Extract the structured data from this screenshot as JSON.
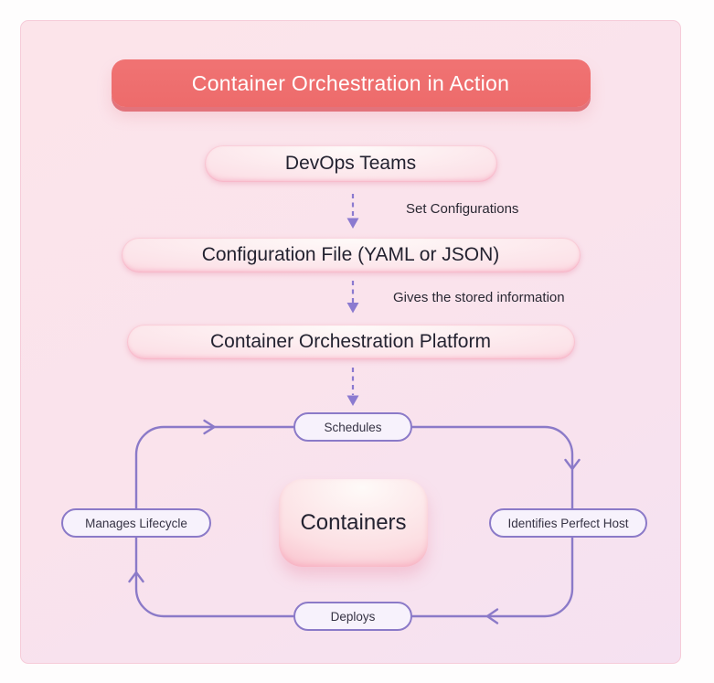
{
  "title": "Container Orchestration in Action",
  "flow": {
    "nodes": [
      {
        "label": "DevOps Teams"
      },
      {
        "label": "Configuration File (YAML or JSON)"
      },
      {
        "label": "Container Orchestration Platform"
      }
    ],
    "edges": [
      {
        "label": "Set Configurations"
      },
      {
        "label": "Gives the stored information"
      }
    ]
  },
  "cycle": {
    "center": {
      "label": "Containers"
    },
    "steps": [
      {
        "label": "Schedules"
      },
      {
        "label": "Identifies Perfect Host"
      },
      {
        "label": "Deploys"
      },
      {
        "label": "Manages Lifecycle"
      }
    ]
  },
  "colors": {
    "banner_red": "#ee6e6e",
    "banner_lip": "#e2737b",
    "pink_pill_light": "#fefaf9",
    "pink_pill_edge": "#f6abbf",
    "purple_stroke": "#8b7ac8",
    "purple_pill_fill": "#f7f2fc",
    "canvas_pink": "#fce4ea",
    "canvas_lavender": "#f5e1f1",
    "text_dark": "#232230",
    "text_white": "#ffffff"
  }
}
